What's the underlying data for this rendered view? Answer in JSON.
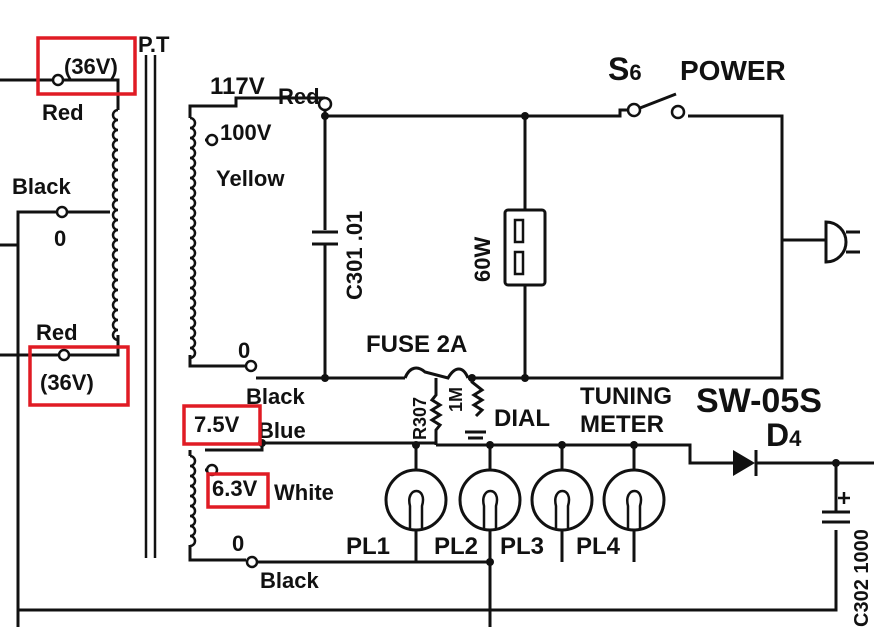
{
  "labels": {
    "pt": "P.T",
    "v117": "117V",
    "red_top": "Red",
    "v100": "100V",
    "yellow": "Yellow",
    "o_primary": "0",
    "black_primary": "Black",
    "c301": "C301 .01",
    "w60": "60W",
    "s6": "S",
    "s6_sub": "6",
    "power": "POWER",
    "fuse": "FUSE 2A",
    "r307": "R307",
    "r307_val": "1M",
    "dial": "DIAL",
    "tuning": "TUNING",
    "meter": "METER",
    "sw05s": "SW-05S",
    "d4": "D",
    "d4_sub": "4",
    "v36_top": "(36V)",
    "red_left_top": "Red",
    "black_left": "Black",
    "o_left": "0",
    "red_left_bottom": "Red",
    "v36_bottom": "(36V)",
    "v75": "7.5V",
    "blue": "Blue",
    "v63": "6.3V",
    "white": "White",
    "o_secondary": "0",
    "black_secondary": "Black",
    "pl1": "PL1",
    "pl2": "PL2",
    "pl3": "PL3",
    "pl4": "PL4",
    "c302": "C302 1000"
  },
  "colors": {
    "ink": "#111111",
    "highlight": "#e01b24",
    "background": "#ffffff"
  }
}
